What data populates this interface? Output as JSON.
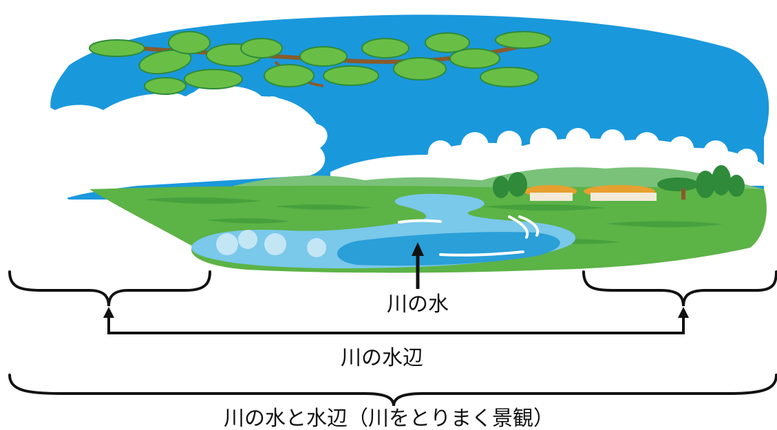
{
  "labels": {
    "river_water": "川の水",
    "waterside": "川の水辺",
    "full_scope": "川の水と水辺（川をとりまく景観）"
  },
  "colors": {
    "sky": "#1a98dc",
    "cloud": "#ffffff",
    "grass": "#5cb346",
    "grass_dark": "#3e9a3a",
    "hill": "#7ac27a",
    "water": "#7ac8ea",
    "water_dark": "#2a9fd8",
    "leaf": "#69bf45",
    "branch": "#8a5a2b",
    "roof": "#e6a030",
    "line": "#111111"
  }
}
